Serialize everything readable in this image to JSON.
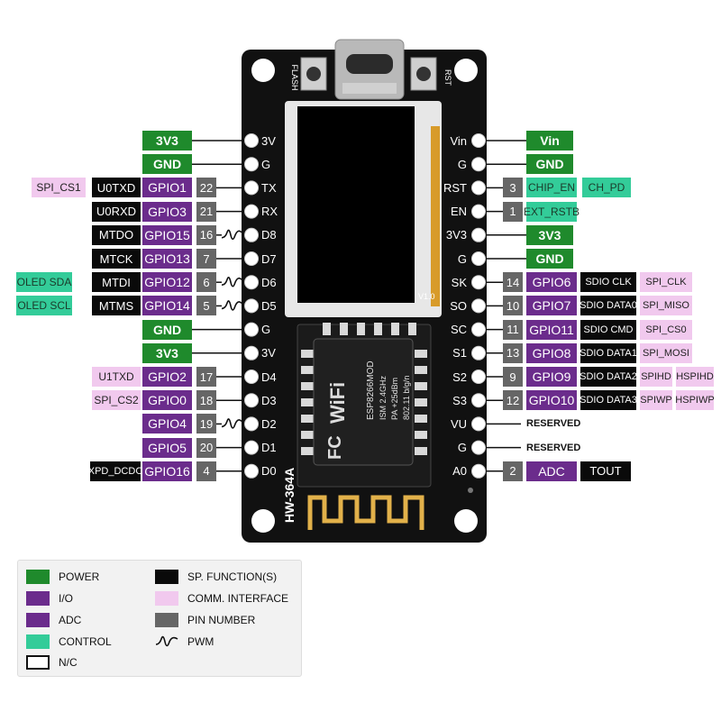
{
  "board": {
    "model": "HW-364A",
    "flash_label": "FLASH",
    "rst_label": "RST",
    "version": "V1.0",
    "module_lines": [
      "ESP8266MOD",
      "ISM 2.4GHz",
      "PA +25dBm",
      "802.11 b/g/n"
    ],
    "wifi_text": "WiFi",
    "fc_text": "FC"
  },
  "left_pins": [
    "3V",
    "G",
    "TX",
    "RX",
    "D8",
    "D7",
    "D6",
    "D5",
    "G",
    "3V",
    "D4",
    "D3",
    "D2",
    "D1",
    "D0"
  ],
  "right_pins": [
    "Vin",
    "G",
    "RST",
    "EN",
    "3V3",
    "G",
    "SK",
    "SO",
    "SC",
    "S1",
    "S2",
    "S3",
    "VU",
    "G",
    "A0"
  ],
  "left_labels": [
    {
      "pin": "3V",
      "power": "3V3"
    },
    {
      "pin": "G",
      "power": "GND"
    },
    {
      "pin": "TX",
      "num": "22",
      "io": "GPIO1",
      "sp": "U0TXD",
      "comm": "SPI_CS1"
    },
    {
      "pin": "RX",
      "num": "21",
      "io": "GPIO3",
      "sp": "U0RXD"
    },
    {
      "pin": "D8",
      "num": "16",
      "io": "GPIO15",
      "sp": "MTDO",
      "pwm": true
    },
    {
      "pin": "D7",
      "num": "7",
      "io": "GPIO13",
      "sp": "MTCK"
    },
    {
      "pin": "D6",
      "num": "6",
      "io": "GPIO12",
      "sp": "MTDI",
      "control": "OLED SDA",
      "pwm": true
    },
    {
      "pin": "D5",
      "num": "5",
      "io": "GPIO14",
      "sp": "MTMS",
      "control": "OLED SCL",
      "pwm": true
    },
    {
      "pin": "G",
      "power": "GND"
    },
    {
      "pin": "3V",
      "power": "3V3"
    },
    {
      "pin": "D4",
      "num": "17",
      "io": "GPIO2",
      "comm": "U1TXD"
    },
    {
      "pin": "D3",
      "num": "18",
      "io": "GPIO0",
      "comm": "SPI_CS2"
    },
    {
      "pin": "D2",
      "num": "19",
      "io": "GPIO4",
      "pwm": true
    },
    {
      "pin": "D1",
      "num": "20",
      "io": "GPIO5"
    },
    {
      "pin": "D0",
      "num": "4",
      "io": "GPIO16",
      "sp": "XPD_DCDC"
    }
  ],
  "right_labels": [
    {
      "pin": "Vin",
      "power": "Vin"
    },
    {
      "pin": "G",
      "power": "GND"
    },
    {
      "pin": "RST",
      "num": "3",
      "control": "CHIP_EN",
      "control2": "CH_PD"
    },
    {
      "pin": "EN",
      "num": "1",
      "control": "EXT_RSTB"
    },
    {
      "pin": "3V3",
      "power": "3V3"
    },
    {
      "pin": "G",
      "power": "GND"
    },
    {
      "pin": "SK",
      "num": "14",
      "io": "GPIO6",
      "sp": "SDIO CLK",
      "comm": "SPI_CLK"
    },
    {
      "pin": "SO",
      "num": "10",
      "io": "GPIO7",
      "sp": "SDIO DATA0",
      "comm": "SPI_MISO"
    },
    {
      "pin": "SC",
      "num": "11",
      "io": "GPIO11",
      "sp": "SDIO CMD",
      "comm": "SPI_CS0"
    },
    {
      "pin": "S1",
      "num": "13",
      "io": "GPIO8",
      "sp": "SDIO DATA1",
      "comm": "SPI_MOSI"
    },
    {
      "pin": "S2",
      "num": "9",
      "io": "GPIO9",
      "sp": "SDIO DATA2",
      "comm": "SPIHD",
      "comm2": "HSPIHD"
    },
    {
      "pin": "S3",
      "num": "12",
      "io": "GPIO10",
      "sp": "SDIO DATA3",
      "comm": "SPIWP",
      "comm2": "HSPIWP"
    },
    {
      "pin": "VU",
      "plain": "RESERVED"
    },
    {
      "pin": "G",
      "plain": "RESERVED"
    },
    {
      "pin": "A0",
      "num": "2",
      "adc": "ADC",
      "sp": "TOUT"
    }
  ],
  "legend": [
    {
      "key": "power",
      "label": "POWER"
    },
    {
      "key": "io",
      "label": "I/O"
    },
    {
      "key": "adc",
      "label": "ADC"
    },
    {
      "key": "control",
      "label": "CONTROL"
    },
    {
      "key": "nc",
      "label": "N/C"
    },
    {
      "key": "sp",
      "label": "SP. FUNCTION(S)"
    },
    {
      "key": "comm",
      "label": "COMM. INTERFACE"
    },
    {
      "key": "pinnum",
      "label": "PIN NUMBER"
    },
    {
      "key": "pwm",
      "label": "PWM"
    }
  ],
  "colors": {
    "power": "#1f8a2c",
    "io": "#6b2c8c",
    "adc": "#6b2c8c",
    "control": "#33cc99",
    "nc": "#ffffff",
    "sp": "#0a0a0a",
    "comm": "#f1c9ee",
    "pinnum": "#666666",
    "board": "#111111"
  }
}
